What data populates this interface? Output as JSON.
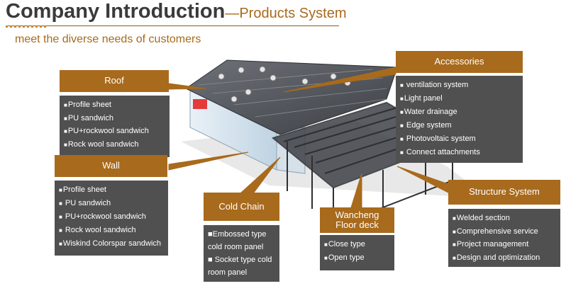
{
  "header": {
    "title": "Company Introduction",
    "subtitle_suffix": "—Products System",
    "tagline": "meet the diverse needs of customers"
  },
  "colors": {
    "accent": "#a86a1c",
    "panel": "#505050",
    "title": "#3a3a3a"
  },
  "bullet": "■",
  "sections": {
    "roof": {
      "label": "Roof",
      "items": [
        "Profile sheet",
        "PU sandwich",
        "PU+rockwool sandwich",
        "Rock wool sandwich"
      ]
    },
    "wall": {
      "label": "Wall",
      "items": [
        "Profile sheet",
        " PU sandwich",
        " PU+rockwool sandwich",
        " Rock wool sandwich",
        "Wiskind Colorspar sandwich"
      ]
    },
    "cold_chain": {
      "label": "Cold Chain",
      "items": [
        "Embossed type cold room panel",
        " Socket type cold room panel"
      ]
    },
    "floor_deck": {
      "label": "Wancheng Floor deck",
      "items": [
        "Close type",
        "Open type"
      ]
    },
    "accessories": {
      "label": "Accessories",
      "items": [
        " ventilation system",
        "Light panel",
        "Water drainage",
        " Edge system",
        " Photovoltaic system",
        " Connect attachments"
      ]
    },
    "structure": {
      "label": "Structure System",
      "items": [
        "Welded section",
        "Comprehensive service",
        "Project management",
        "Design and optimization"
      ]
    }
  }
}
